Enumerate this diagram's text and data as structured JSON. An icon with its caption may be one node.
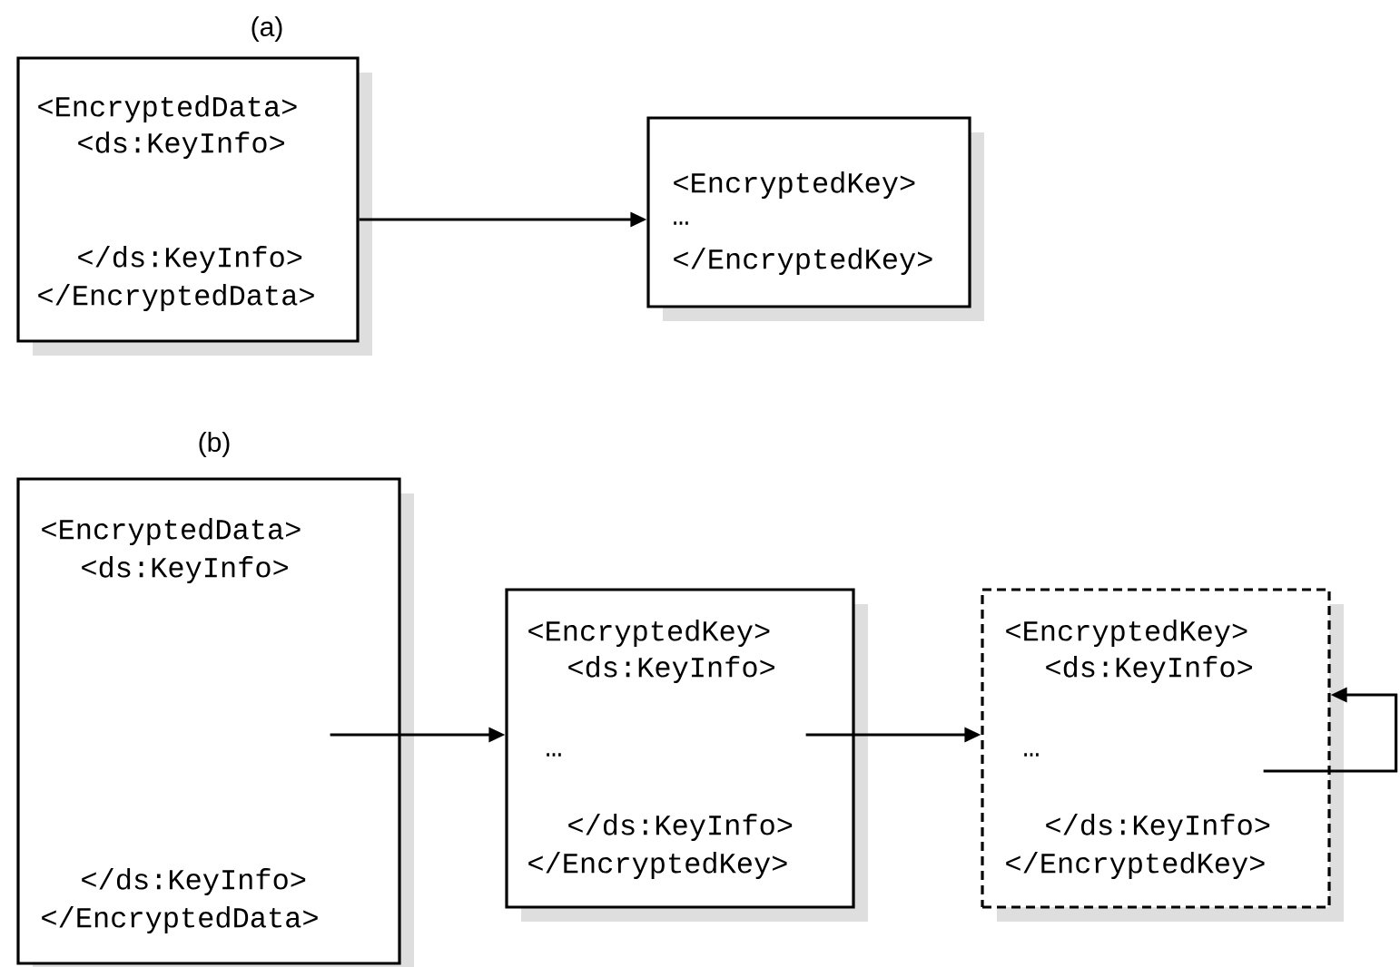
{
  "diagram": {
    "nodes": [
      {
        "text": [
          "<EncryptedData>",
          "<ds:KeyInfo>",
          "</ds:KeyInfo>",
          "</EncryptedData>"
        ]
      },
      {
        "text": [
          "<EncryptedKey>",
          "…",
          "</EncryptedKey>"
        ]
      },
      {
        "text": [
          "<EncryptedData>",
          "<ds:KeyInfo>",
          "</ds:KeyInfo>",
          "</EncryptedData>"
        ]
      },
      {
        "text": [
          "<EncryptedKey>",
          "<ds:KeyInfo>",
          "…",
          "</ds:KeyInfo>",
          "</EncryptedKey>"
        ]
      },
      {
        "text": [
          "<EncryptedKey>",
          "<ds:KeyInfo>",
          "…",
          "</ds:KeyInfo>",
          "</EncryptedKey>"
        ]
      }
    ],
    "edges": [
      {
        "from": 0,
        "to": 1,
        "arrow": "to"
      },
      {
        "from": 2,
        "to": 3,
        "arrow": "to"
      },
      {
        "from": 3,
        "to": 4,
        "arrow": "to"
      },
      {
        "from": 4,
        "to": 4,
        "arrow": "to"
      }
    ],
    "labels": [
      "(a)",
      "(b)"
    ]
  }
}
